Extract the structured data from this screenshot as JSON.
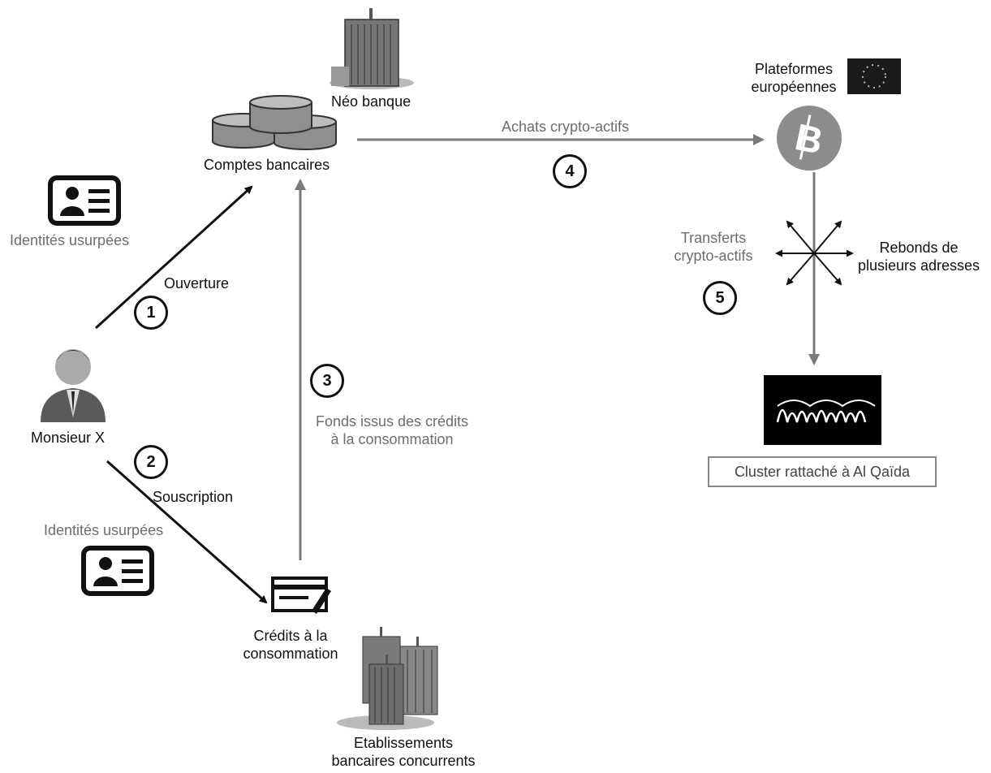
{
  "labels": {
    "neo_banque": "Néo banque",
    "comptes_bancaires": "Comptes bancaires",
    "achats": "Achats crypto-actifs",
    "plateformes_line1": "Plateformes",
    "plateformes_line2": "européennes",
    "identites_top": "Identités usurpées",
    "ouverture": "Ouverture",
    "monsieur_x": "Monsieur X",
    "souscription": "Souscription",
    "identites_bottom": "Identités usurpées",
    "fonds_line1": "Fonds issus des crédits",
    "fonds_line2": "à la consommation",
    "credits_line1": "Crédits à la",
    "credits_line2": "consommation",
    "etablissements_line1": "Etablissements",
    "etablissements_line2": "bancaires concurrents",
    "transferts_line1": "Transferts",
    "transferts_line2": "crypto-actifs",
    "rebonds_line1": "Rebonds de",
    "rebonds_line2": "plusieurs adresses",
    "cluster": "Cluster rattaché à Al Qaïda"
  },
  "steps": [
    "1",
    "2",
    "3",
    "4",
    "5"
  ],
  "icons": {
    "bank_building": "building-icon",
    "database": "database-icon",
    "eu_flag": "eu-flag-icon",
    "bitcoin": "bitcoin-icon",
    "id_card": "id-card-icon",
    "person": "person-icon",
    "cheque": "cheque-icon",
    "banks": "buildings-icon",
    "flag": "black-flag-icon"
  },
  "colors": {
    "arrow_dark": "#111111",
    "arrow_gray": "#7a7a7a",
    "bitcoin_bg": "#8c8c8c"
  }
}
